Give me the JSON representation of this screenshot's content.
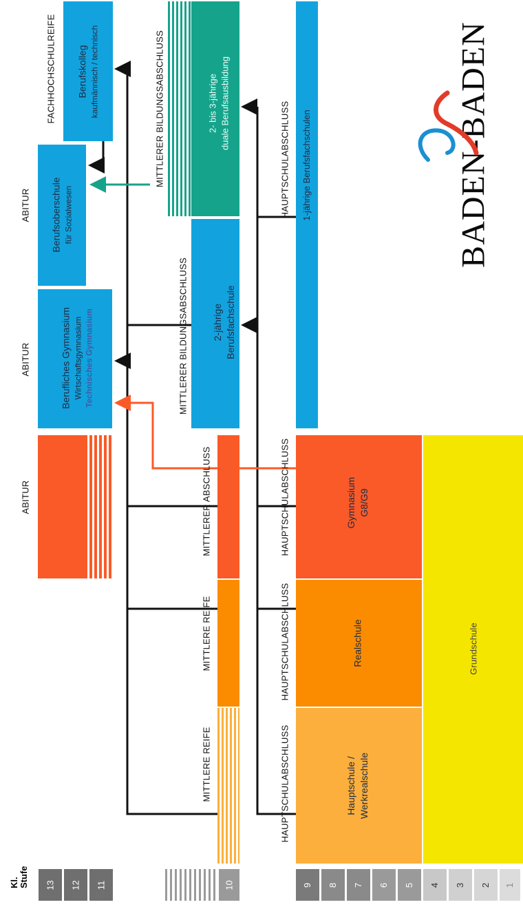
{
  "header": {
    "kl_stufe_line1": "Kl.",
    "kl_stufe_line2": "Stufe"
  },
  "grades": {
    "g13": "13",
    "g12": "12",
    "g11": "11",
    "g10": "10",
    "g9": "9",
    "g8": "8",
    "g7": "7",
    "g6": "6",
    "g5": "5",
    "g4": "4",
    "g3": "3",
    "g2": "2",
    "g1": "1"
  },
  "schools": {
    "grundschule": "Grundschule",
    "hauptschule": [
      "Hauptschule /",
      "Werkrealschule"
    ],
    "realschule": "Realschule",
    "gymnasium": [
      "Gymnasium",
      "G8/G9"
    ],
    "berufsfachschule_1": "1-jährige Berufsfachschulen",
    "berufsfachschule_2": [
      "2-jährige",
      "Berufsfachschule"
    ],
    "duale_ausbildung": [
      "2- bis 3-jährige",
      "duale Berufsausbildung"
    ],
    "berufliches_gymnasium": [
      "Berufliches Gymnasium",
      "Wirtschaftsgymnasium",
      "Technisches Gymnasium"
    ],
    "berufsoberschule": [
      "Berufsoberschule",
      "für Sozialwesen"
    ],
    "berufskolleg": [
      "Berufskolleg",
      "kaufmännisch / technisch"
    ]
  },
  "labels": {
    "abitur_1": "ABITUR",
    "abitur_2": "ABITUR",
    "abitur_3": "ABITUR",
    "fachhochschulreife": "FACHHOCHSCHULREIFE",
    "mittlere_reife_1": "MITTLERE REIFE",
    "mittlere_reife_2": "MITTLERE REIFE",
    "mittlerer_abschluss": "MITTLERER ABSCHLUSS",
    "mittlerer_bildungsabschluss_1": "MITTLERER BILDUNGSABSCHLUSS",
    "mittlerer_bildungsabschluss_2": "MITTLERER BILDUNGSABSCHLUSS",
    "hauptschulabschluss_1": "HAUPTSCHULABSCHLUSS",
    "hauptschulabschluss_2": "HAUPTSCHULABSCHLUSS",
    "hauptschulabschluss_3": "HAUPTSCHULABSCHLUSS",
    "hauptschulabschluss_4": "HAUPTSCHULABSCHLUSS"
  },
  "logo": {
    "text": "BADEN-BADEN"
  },
  "colors": {
    "grundschule": "#f5e600",
    "hauptschule": "#fcaf3c",
    "realschule": "#fb8c00",
    "gymnasium": "#fa5a28",
    "blue": "#12a3de",
    "teal": "#16a38b",
    "stair_dark": "#6f6f6f",
    "stair_mid": "#9a9a9a",
    "stair_light": "#d0d0d0"
  }
}
